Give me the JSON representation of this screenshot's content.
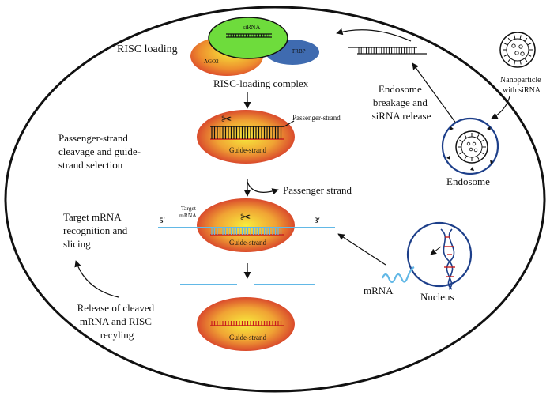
{
  "labels": {
    "risc_loading": "RISC loading",
    "sirna": "siRNA",
    "ago2": "AGO2",
    "trbp": "TRBP",
    "risc_loading_complex": "RISC-loading complex",
    "passenger_strand_top": "Passenger-strand",
    "guide_strand_1": "Guide-strand",
    "step_cleavage": [
      "Passenger-strand",
      "cleavage and guide-",
      "strand selection"
    ],
    "passenger_strand_out": "Passenger strand",
    "target_mrna": [
      "Target",
      "mRNA"
    ],
    "five_prime": "5′",
    "three_prime": "3′",
    "guide_strand_2": "Guide-strand",
    "step_recognition": [
      "Target mRNA",
      "recognition and",
      "slicing"
    ],
    "step_release": [
      "Release of cleaved",
      "mRNA and RISC",
      "recyling"
    ],
    "guide_strand_3": "Guide-strand",
    "endosome_release": [
      "Endosome",
      "breakage and",
      "siRNA release"
    ],
    "nanoparticle": [
      "Nanoparticle",
      "with siRNA"
    ],
    "endosome": "Endosome",
    "mrna": "mRNA",
    "nucleus": "Nucleus"
  },
  "colors": {
    "sirna_green": "#6edc3c",
    "ago2_gradient_outer": "#d6322b",
    "ago2_gradient_inner": "#f6e93a",
    "trbp_blue": "#3f6bb0",
    "strand_red": "#c81e1e",
    "mrna_blue": "#62b8e6",
    "outline": "#111111"
  },
  "icons": [
    "scissors-icon",
    "dna-helix-icon",
    "nanoparticle-icon",
    "endosome-icon"
  ]
}
